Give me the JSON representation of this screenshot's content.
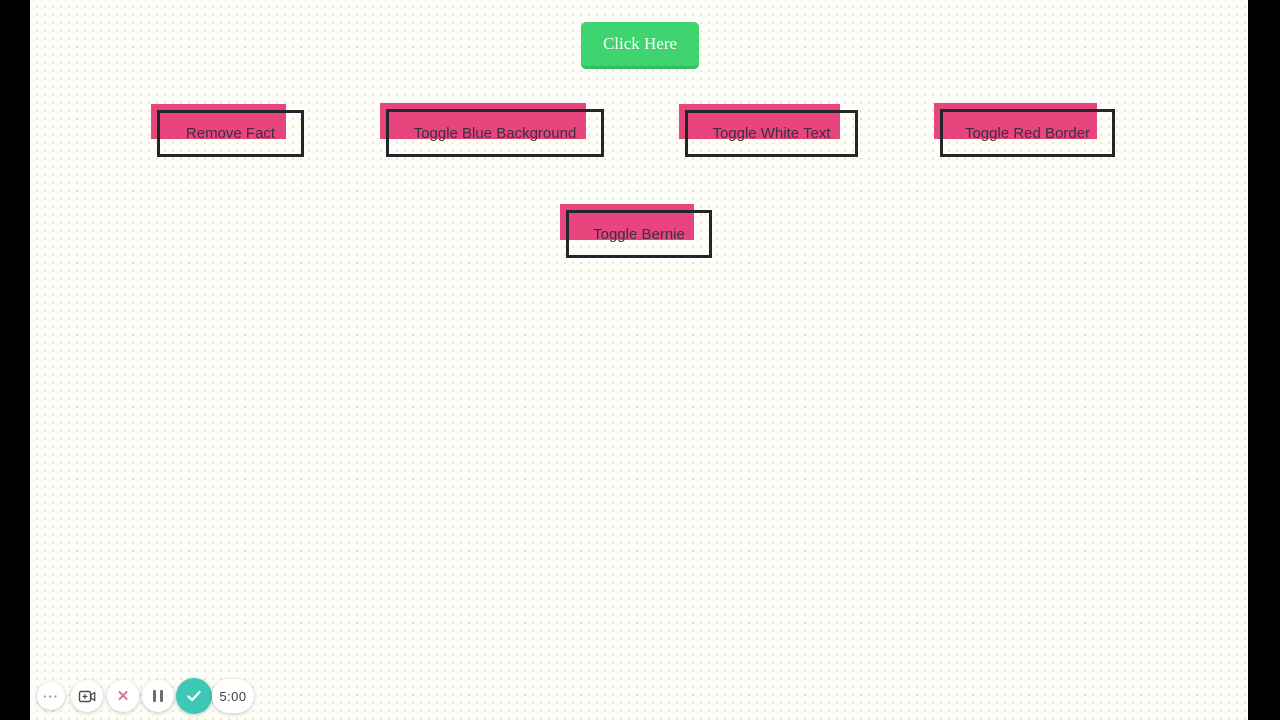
{
  "main": {
    "click_button": {
      "label": "Click Here"
    },
    "toggle_buttons": [
      {
        "label": "Remove Fact"
      },
      {
        "label": "Toggle Blue Background"
      },
      {
        "label": "Toggle White Text"
      },
      {
        "label": "Toggle Red Border"
      },
      {
        "label": "Toggle Bernie"
      }
    ],
    "colors": {
      "button_green": "#3fd46f",
      "button_pink": "#e8457f",
      "frame_dark": "#23262b"
    }
  },
  "toolbar": {
    "icons": {
      "more_glyph": "···",
      "cancel_glyph": "✕"
    },
    "timer": "5:00",
    "colors": {
      "check_teal": "#3cc8b4",
      "cancel_pink": "#e2739f"
    }
  }
}
